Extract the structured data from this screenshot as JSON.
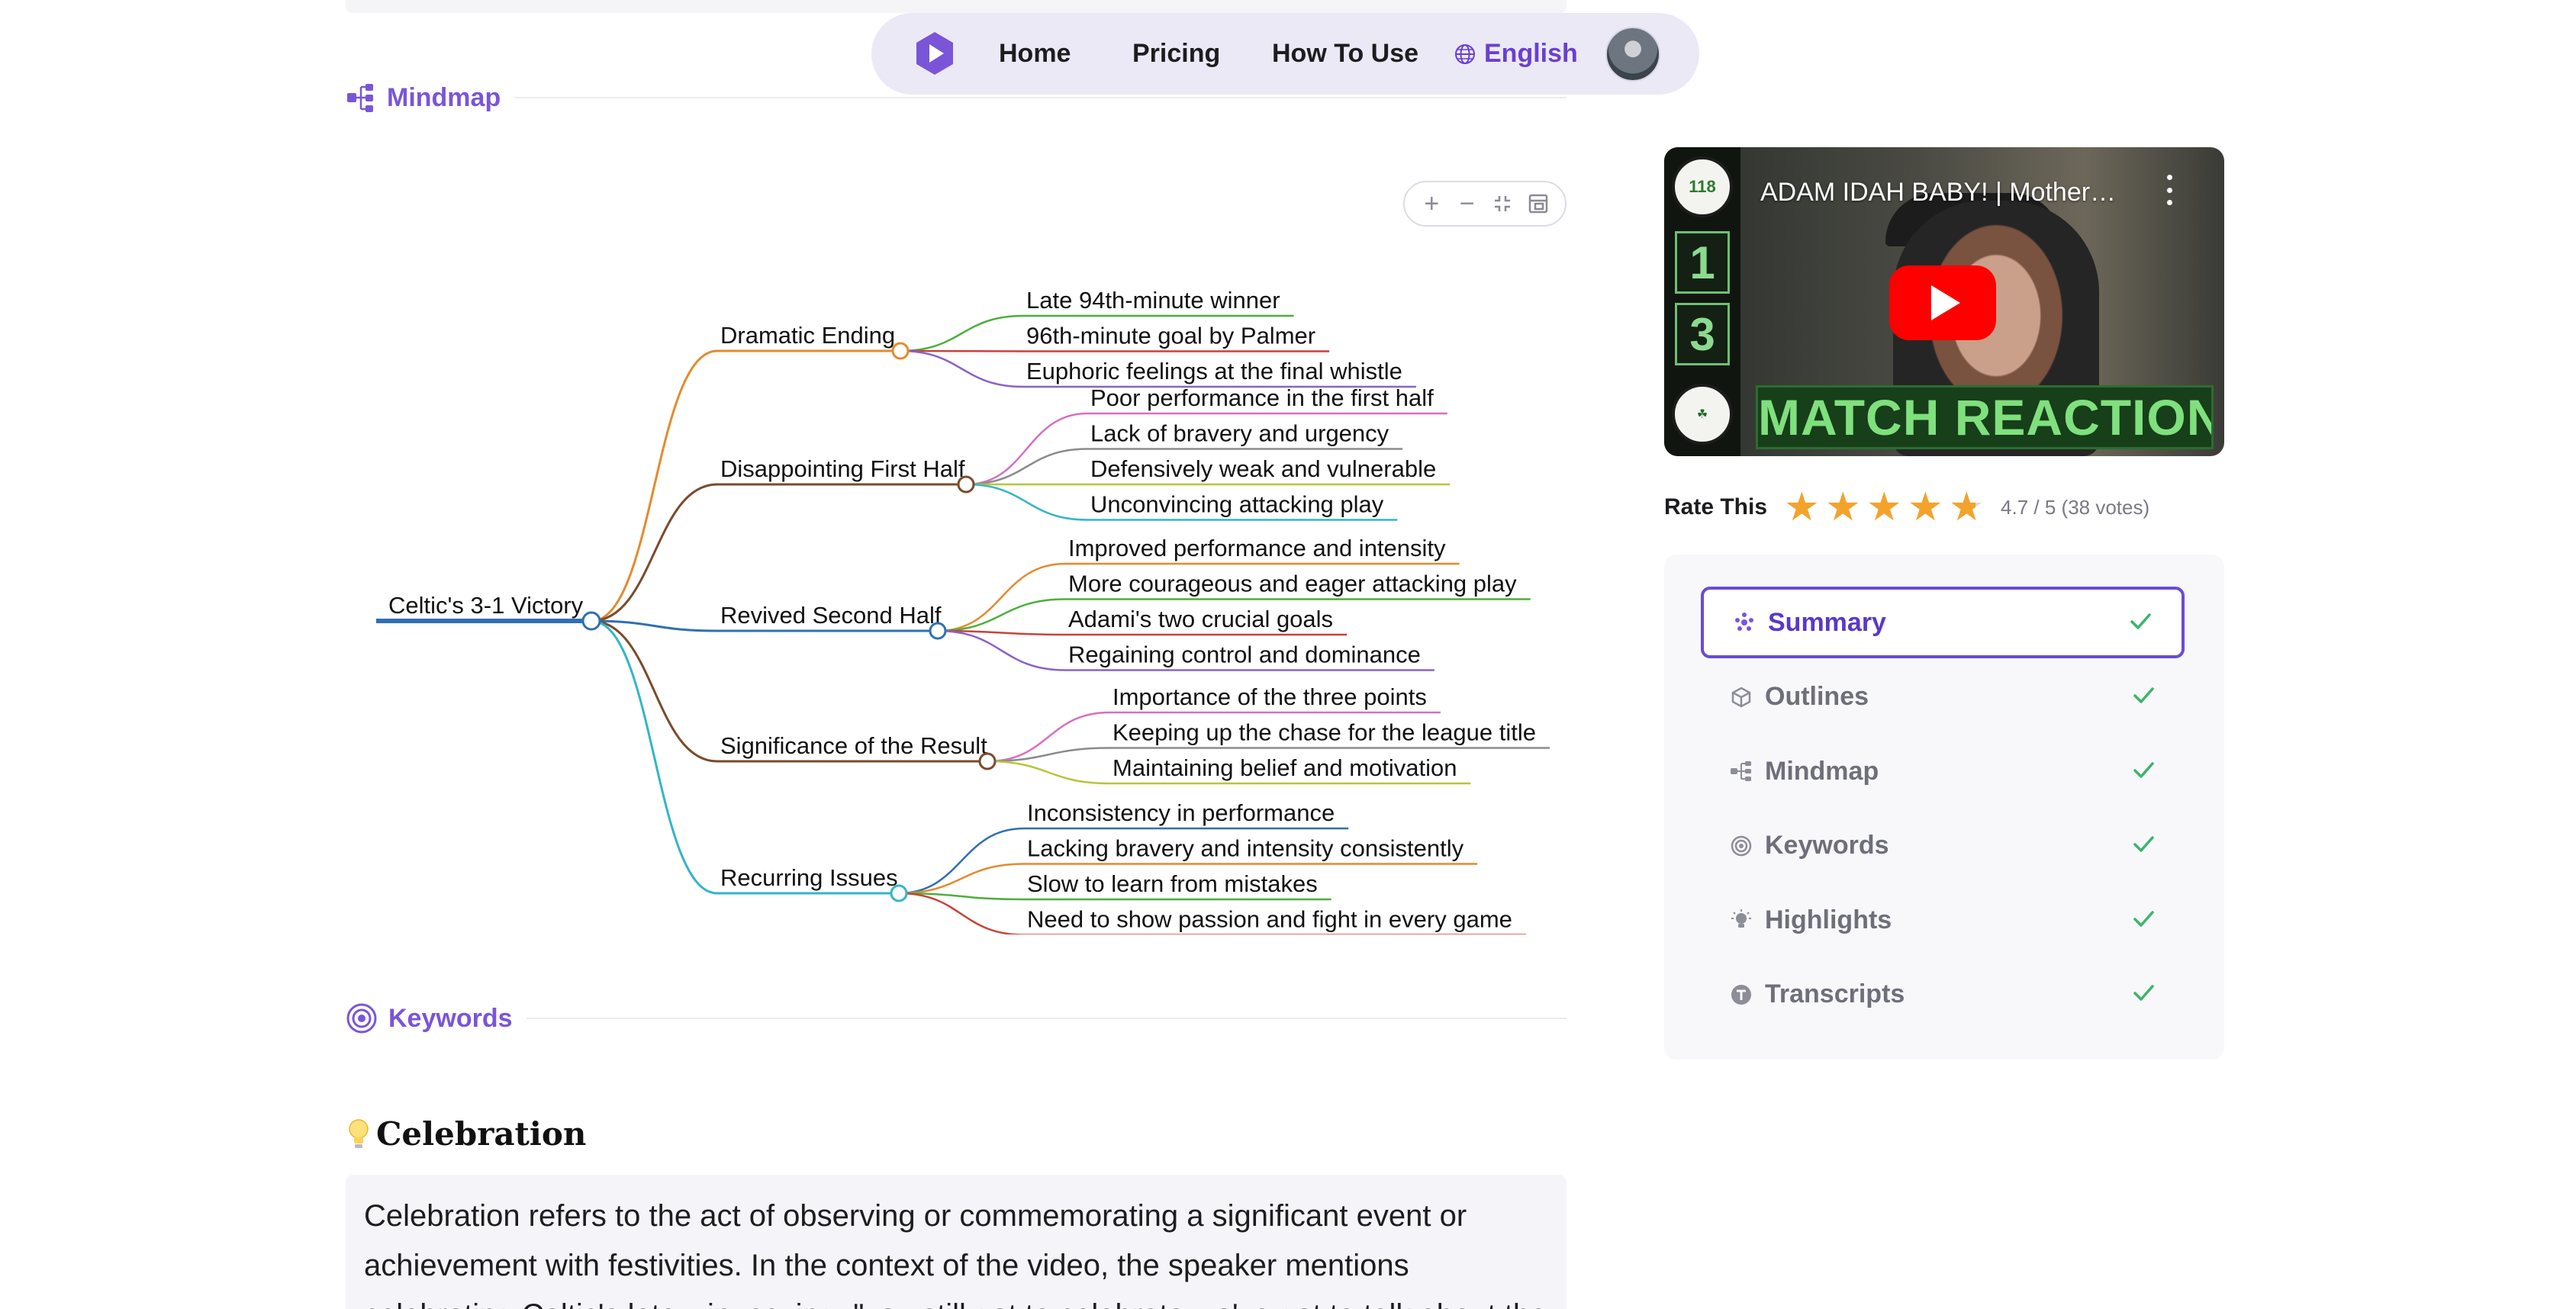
{
  "nav": {
    "links": [
      "Home",
      "Pricing",
      "How To Use"
    ],
    "language": "English"
  },
  "sections": {
    "mindmap": "Mindmap",
    "keywords": "Keywords"
  },
  "mindmap": {
    "root": "Celtic's 3-1 Victory",
    "branches": [
      {
        "label": "Dramatic Ending",
        "color": "#e58a2e",
        "leaves": [
          {
            "text": "Late 94th-minute winner",
            "color": "#4caf3c"
          },
          {
            "text": "96th-minute goal by Palmer",
            "color": "#c8423d"
          },
          {
            "text": "Euphoric feelings at the final whistle",
            "color": "#8a62c6"
          }
        ]
      },
      {
        "label": "Disappointing First Half",
        "color": "#7a4b2c",
        "leaves": [
          {
            "text": "Poor performance in the first half",
            "color": "#d66fc0"
          },
          {
            "text": "Lack of bravery and urgency",
            "color": "#8b8b8b"
          },
          {
            "text": "Defensively weak and vulnerable",
            "color": "#b7c53a"
          },
          {
            "text": "Unconvincing attacking play",
            "color": "#33b5c8"
          }
        ]
      },
      {
        "label": "Revived Second Half",
        "color": "#2f6fb5",
        "leaves": [
          {
            "text": "Improved performance and intensity",
            "color": "#e58a2e"
          },
          {
            "text": "More courageous and eager attacking play",
            "color": "#4caf3c"
          },
          {
            "text": "Adami's two crucial goals",
            "color": "#c8423d"
          },
          {
            "text": "Regaining control and dominance",
            "color": "#8a62c6"
          }
        ]
      },
      {
        "label": "Significance of the Result",
        "color": "#7a4b2c",
        "leaves": [
          {
            "text": "Importance of the three points",
            "color": "#d66fc0"
          },
          {
            "text": "Keeping up the chase for the league title",
            "color": "#8b8b8b"
          },
          {
            "text": "Maintaining belief and motivation",
            "color": "#b7c53a"
          }
        ]
      },
      {
        "label": "Recurring Issues",
        "color": "#33b5c8",
        "leaves": [
          {
            "text": "Inconsistency in performance",
            "color": "#2f6fb5"
          },
          {
            "text": "Lacking bravery and intensity consistently",
            "color": "#e58a2e"
          },
          {
            "text": "Slow to learn from mistakes",
            "color": "#4caf3c"
          },
          {
            "text": "Need to show passion and fight in every game",
            "color": "#c8423d"
          }
        ]
      }
    ]
  },
  "video": {
    "title": "ADAM IDAH BABY! | Mother…",
    "scores": [
      "1",
      "3"
    ],
    "crest_text": "118",
    "banner": "MATCH REACTION!"
  },
  "rating": {
    "label": "Rate This",
    "value": 4.7,
    "max": 5,
    "text": "4.7 / 5 (38 votes)"
  },
  "side_nav": {
    "items": [
      {
        "label": "Summary",
        "icon": "sparkle-icon",
        "active": true
      },
      {
        "label": "Outlines",
        "icon": "outline-cube-icon",
        "active": false
      },
      {
        "label": "Mindmap",
        "icon": "mindmap-icon",
        "active": false
      },
      {
        "label": "Keywords",
        "icon": "target-icon",
        "active": false
      },
      {
        "label": "Highlights",
        "icon": "bulb-icon",
        "active": false
      },
      {
        "label": "Transcripts",
        "icon": "transcript-icon",
        "active": false
      }
    ],
    "check_color": "#3bb56a",
    "accent": "#6a4bd6"
  },
  "keyword": {
    "title": "Celebration",
    "text": "Celebration refers to the act of observing or commemorating a significant event or achievement with festivities. In the context of the video, the speaker mentions celebrating Celtic's late win, saying, \"you still got to celebrate we've got to talk about the"
  }
}
